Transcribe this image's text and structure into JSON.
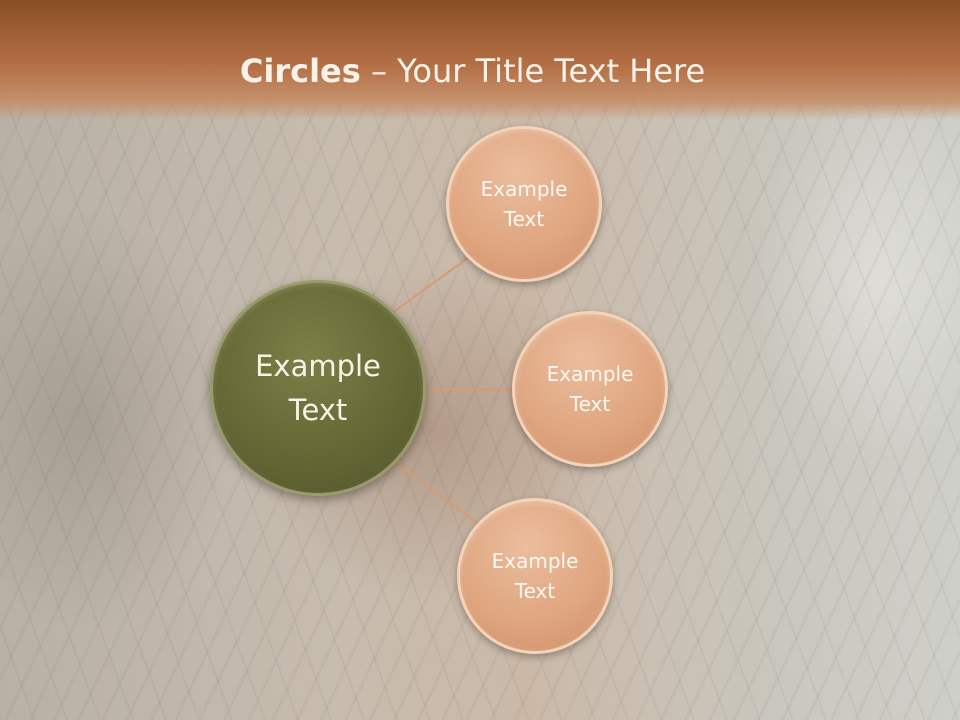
{
  "slide": {
    "title_bold": "Circles",
    "title_rest": " – Your Title Text Here"
  },
  "diagram": {
    "center": {
      "label": "Example\nText"
    },
    "nodes": [
      {
        "label": "Example\nText"
      },
      {
        "label": "Example\nText"
      },
      {
        "label": "Example\nText"
      }
    ]
  },
  "colors": {
    "title_band": "#b46f45",
    "center_fill": "#656835",
    "node_fill": "#dfa680",
    "connector": "#d89a72"
  }
}
